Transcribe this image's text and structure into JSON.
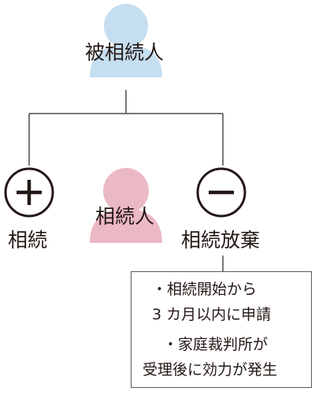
{
  "title": "被相続人",
  "branches": [
    {
      "label": "相続",
      "symbol": "plus"
    },
    {
      "label": "相続人",
      "symbol": "person"
    },
    {
      "label": "相続放棄",
      "symbol": "minus"
    }
  ],
  "note": {
    "items": [
      {
        "lines": [
          "・相続開始から",
          "3 カ月以内に申請"
        ]
      },
      {
        "lines": [
          "・家庭裁判所が",
          "受理後に効力が発生"
        ]
      }
    ]
  },
  "colors": {
    "top_person": "#c5def0",
    "heir_person": "#ebb9c4",
    "line": "#4a4a4a",
    "symbol": "#231815"
  },
  "icons": [
    "person-icon",
    "plus-circle-icon",
    "minus-circle-icon"
  ]
}
